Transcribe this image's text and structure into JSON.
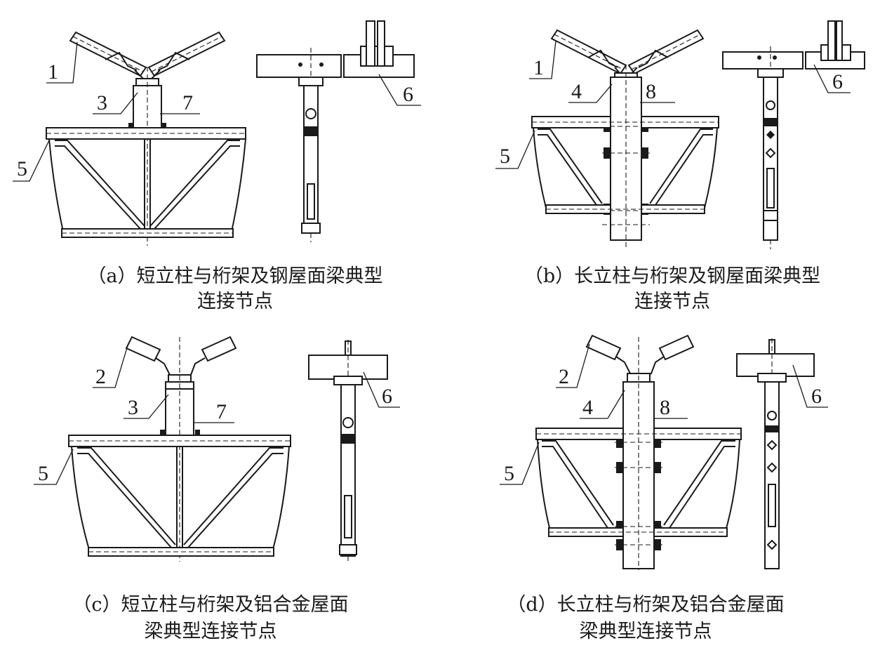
{
  "panels": [
    {
      "id": "a",
      "caption_line1": "（a）短立柱与桁架及钢屋面梁典型",
      "caption_line2": "连接节点",
      "labels": {
        "purlin": "1",
        "column": "3",
        "chord": "5",
        "beam": "6",
        "plate": "7"
      }
    },
    {
      "id": "b",
      "caption_line1": "（b）长立柱与桁架及钢屋面梁典型",
      "caption_line2": "连接节点",
      "labels": {
        "purlin": "1",
        "column": "4",
        "chord": "5",
        "beam": "6",
        "plate": "8"
      }
    },
    {
      "id": "c",
      "caption_line1": "（c）短立柱与桁架及铝合金屋面",
      "caption_line2": "梁典型连接节点",
      "labels": {
        "purlin": "2",
        "column": "3",
        "chord": "5",
        "beam": "6",
        "plate": "7"
      }
    },
    {
      "id": "d",
      "caption_line1": "（d）长立柱与桁架及铝合金屋面",
      "caption_line2": "梁典型连接节点",
      "labels": {
        "purlin": "2",
        "column": "4",
        "chord": "5",
        "beam": "6",
        "plate": "8"
      }
    }
  ]
}
